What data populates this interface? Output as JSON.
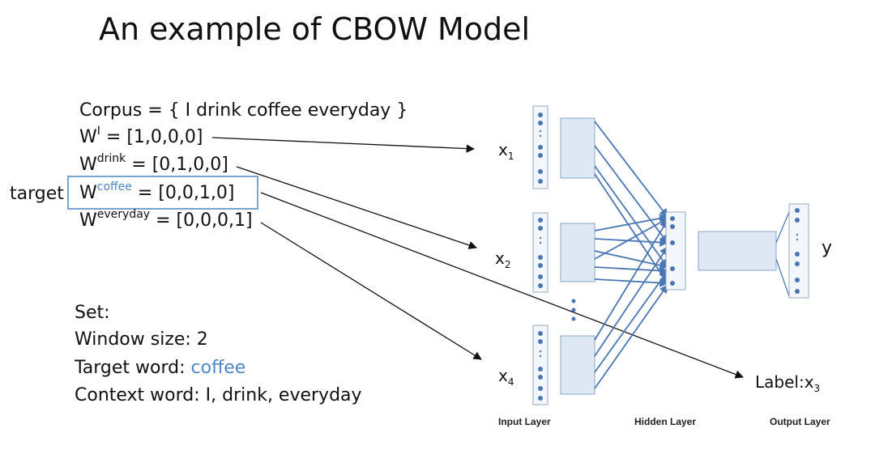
{
  "title": "An example of CBOW Model",
  "corpus_line": "Corpus = { I drink coffee everyday }",
  "vectors": [
    {
      "base": "W",
      "sup": "I",
      "value": " = [1,0,0,0]"
    },
    {
      "base": "W",
      "sup": "drink",
      "value": " = [0,1,0,0]"
    },
    {
      "base": "W",
      "sup": "coffee",
      "value": " = [0,0,1,0]"
    },
    {
      "base": "W",
      "sup": "everyday",
      "value": " = [0,0,0,1]"
    }
  ],
  "target_label": "target",
  "settings": {
    "heading": "Set:",
    "window": "Window size: 2",
    "target_prefix": "Target word: ",
    "target_word": "coffee",
    "context": "Context word: I, drink, everyday"
  },
  "network": {
    "inputs": [
      {
        "base": "x",
        "sub": "1"
      },
      {
        "base": "x",
        "sub": "2"
      },
      {
        "base": "x",
        "sub": "4"
      }
    ],
    "output": "y",
    "label": {
      "base": "Label:x",
      "sub": "3"
    },
    "layers": [
      "Input Layer",
      "Hidden Layer",
      "Output Layer"
    ]
  },
  "colors": {
    "accent": "#4f86c6",
    "edges": "#4a77b4",
    "box_fill": "#dde8f4",
    "box_stroke": "#8aa8c8"
  }
}
